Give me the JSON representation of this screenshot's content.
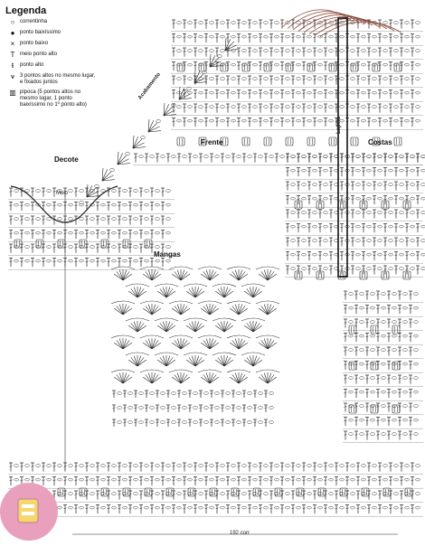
{
  "legend": {
    "title": "Legenda",
    "items": [
      {
        "icon": "chain-stitch-icon",
        "glyph": "○",
        "label": "correntinha"
      },
      {
        "icon": "slip-stitch-icon",
        "glyph": "●",
        "label": "ponto baixíssimo"
      },
      {
        "icon": "single-crochet-icon",
        "glyph": "×",
        "label": "ponto baixo"
      },
      {
        "icon": "half-double-crochet-icon",
        "glyph": "T",
        "label": "meio ponto alto"
      },
      {
        "icon": "double-crochet-icon",
        "glyph": "ŧ",
        "label": "ponto alto"
      },
      {
        "icon": "three-dc-cluster-icon",
        "glyph": "⩛",
        "label": "3 pontos altos no mesmo lugar, e fixados juntos"
      },
      {
        "icon": "popcorn-stitch-icon",
        "glyph": "▥",
        "label": "pipoca (5 pontos altos no mesmo lugar, 1 ponto baixíssimo no 1º ponto alto)"
      }
    ]
  },
  "labels": {
    "decote": "Decote",
    "meio": "Meio",
    "acabamento": "Acabamento",
    "frente": "Frente",
    "costas": "Costas",
    "lapela": "Lapela",
    "mangas": "Mangas",
    "width": "192 corr"
  }
}
